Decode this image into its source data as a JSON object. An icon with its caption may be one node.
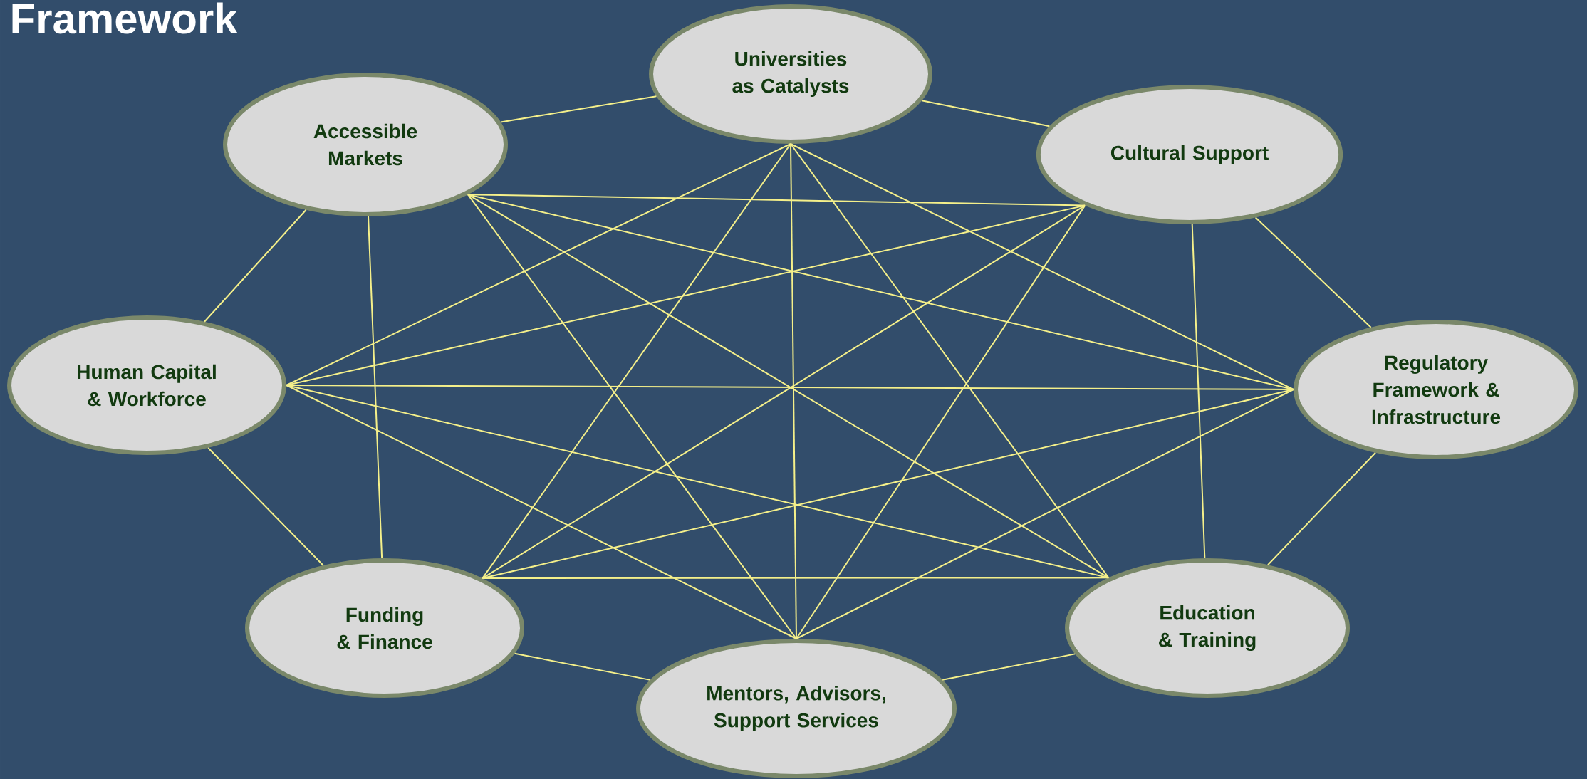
{
  "diagram": {
    "title": "Framework",
    "nodes": [
      {
        "text": [
          "Universities as Catalysts"
        ]
      },
      {
        "text": [
          "Accessible Markets"
        ]
      },
      {
        "text": [
          "Cultural Support"
        ]
      },
      {
        "text": [
          "Human Capital & Workforce"
        ]
      },
      {
        "text": [
          "Regulatory Framework & Infrastructure"
        ]
      },
      {
        "text": [
          "Funding & Finance"
        ]
      },
      {
        "text": [
          "Education & Training"
        ]
      },
      {
        "text": [
          "Mentors, Advisors, Support Services"
        ]
      }
    ],
    "edges": [
      {
        "from": 0,
        "to": 1,
        "arrow": "none"
      },
      {
        "from": 0,
        "to": 2,
        "arrow": "none"
      },
      {
        "from": 0,
        "to": 3,
        "arrow": "none"
      },
      {
        "from": 0,
        "to": 4,
        "arrow": "none"
      },
      {
        "from": 0,
        "to": 5,
        "arrow": "none"
      },
      {
        "from": 0,
        "to": 6,
        "arrow": "none"
      },
      {
        "from": 0,
        "to": 7,
        "arrow": "none"
      },
      {
        "from": 1,
        "to": 2,
        "arrow": "none"
      },
      {
        "from": 1,
        "to": 3,
        "arrow": "none"
      },
      {
        "from": 1,
        "to": 4,
        "arrow": "none"
      },
      {
        "from": 1,
        "to": 5,
        "arrow": "none"
      },
      {
        "from": 1,
        "to": 6,
        "arrow": "none"
      },
      {
        "from": 1,
        "to": 7,
        "arrow": "none"
      },
      {
        "from": 2,
        "to": 3,
        "arrow": "none"
      },
      {
        "from": 2,
        "to": 4,
        "arrow": "none"
      },
      {
        "from": 2,
        "to": 5,
        "arrow": "none"
      },
      {
        "from": 2,
        "to": 6,
        "arrow": "none"
      },
      {
        "from": 2,
        "to": 7,
        "arrow": "none"
      },
      {
        "from": 3,
        "to": 4,
        "arrow": "none"
      },
      {
        "from": 3,
        "to": 5,
        "arrow": "none"
      },
      {
        "from": 3,
        "to": 6,
        "arrow": "none"
      },
      {
        "from": 3,
        "to": 7,
        "arrow": "none"
      },
      {
        "from": 4,
        "to": 5,
        "arrow": "none"
      },
      {
        "from": 4,
        "to": 6,
        "arrow": "none"
      },
      {
        "from": 4,
        "to": 7,
        "arrow": "none"
      },
      {
        "from": 5,
        "to": 6,
        "arrow": "none"
      },
      {
        "from": 5,
        "to": 7,
        "arrow": "none"
      },
      {
        "from": 6,
        "to": 7,
        "arrow": "none"
      }
    ]
  }
}
